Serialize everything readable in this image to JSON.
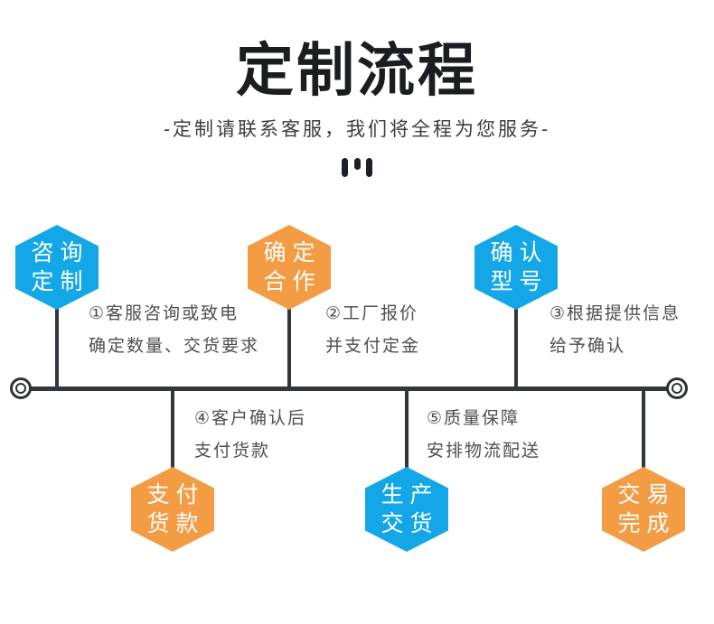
{
  "header": {
    "title": "定制流程",
    "subtitle": "-定制请联系客服，我们将全程为您服务-",
    "decoration_icon": "three-bars-icon"
  },
  "colors": {
    "step_blue": "#14a7e8",
    "step_orange": "#f39c44",
    "line_dark": "#33373d",
    "title_dark": "#1b1d21",
    "note_text": "#4e4e4e"
  },
  "timeline": {
    "steps": [
      {
        "order": 1,
        "line1": "咨询",
        "line2": "定制",
        "color": "blue",
        "side": "top"
      },
      {
        "order": 2,
        "line1": "确定",
        "line2": "合作",
        "color": "orange",
        "side": "top"
      },
      {
        "order": 3,
        "line1": "确认",
        "line2": "型号",
        "color": "blue",
        "side": "top"
      },
      {
        "order": 4,
        "line1": "支付",
        "line2": "货款",
        "color": "orange",
        "side": "bottom"
      },
      {
        "order": 5,
        "line1": "生产",
        "line2": "交货",
        "color": "blue",
        "side": "bottom"
      },
      {
        "order": 6,
        "line1": "交易",
        "line2": "完成",
        "color": "orange",
        "side": "bottom"
      }
    ],
    "notes": [
      {
        "line1": "①客服咨询或致电",
        "line2": "确定数量、交货要求"
      },
      {
        "line1": "②工厂报价",
        "line2": "并支付定金"
      },
      {
        "line1": "③根据提供信息",
        "line2": "给予确认"
      },
      {
        "line1": "④客户确认后",
        "line2": "支付货款"
      },
      {
        "line1": "⑤质量保障",
        "line2": "安排物流配送"
      }
    ]
  }
}
